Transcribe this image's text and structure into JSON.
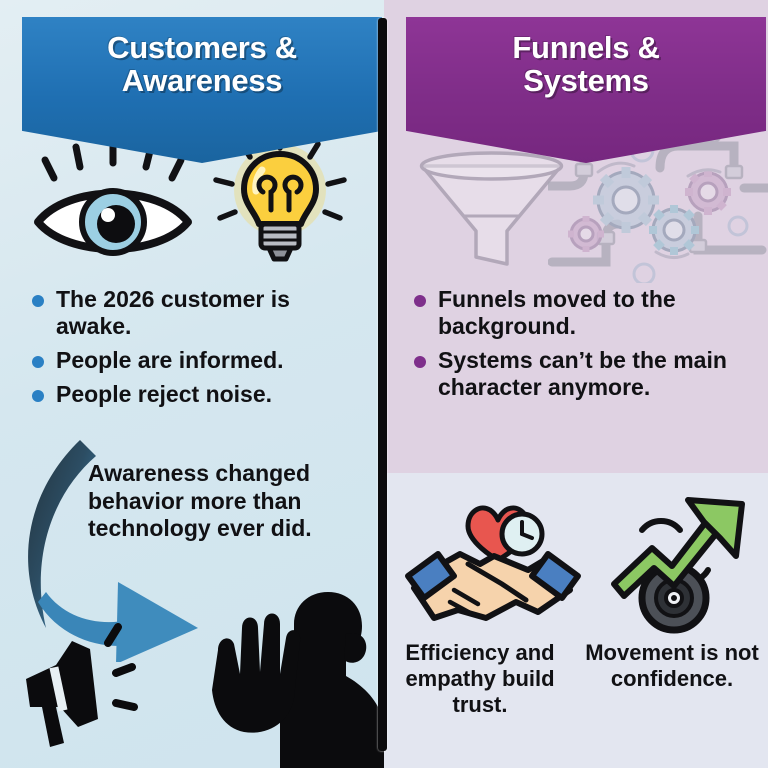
{
  "left": {
    "banner": {
      "line1": "Customers &",
      "line2": "Awareness",
      "color": "#1f6fb2"
    },
    "bullets": [
      "The 2026 customer is awake.",
      "People are informed.",
      "People reject noise."
    ],
    "bullet_color": "#2a80c4",
    "caption": "Awareness changed behavior more than technology ever did.",
    "icons": [
      "eye-icon",
      "lightbulb-icon",
      "curved-arrow-icon",
      "megaphone-icon",
      "person-stop-gesture-icon"
    ]
  },
  "right": {
    "banner": {
      "line1": "Funnels &",
      "line2": "Systems",
      "color": "#7f2d88"
    },
    "bullets": [
      "Funnels moved to the background.",
      "Systems can’t be the main character anymore."
    ],
    "bullet_color": "#7e2f8b",
    "captions": [
      "Efficiency and empathy build trust.",
      "Movement is not confidence."
    ],
    "icons": [
      "funnel-icon",
      "pipes-gears-icon",
      "handshake-heart-clock-icon",
      "growth-arrow-wheel-icon"
    ]
  },
  "divider": {
    "color": "#0b0b0d"
  },
  "background": {
    "left": "#d8e9f0",
    "right_top": "#dfd2e2",
    "right_bottom": "#e3e6f0"
  }
}
